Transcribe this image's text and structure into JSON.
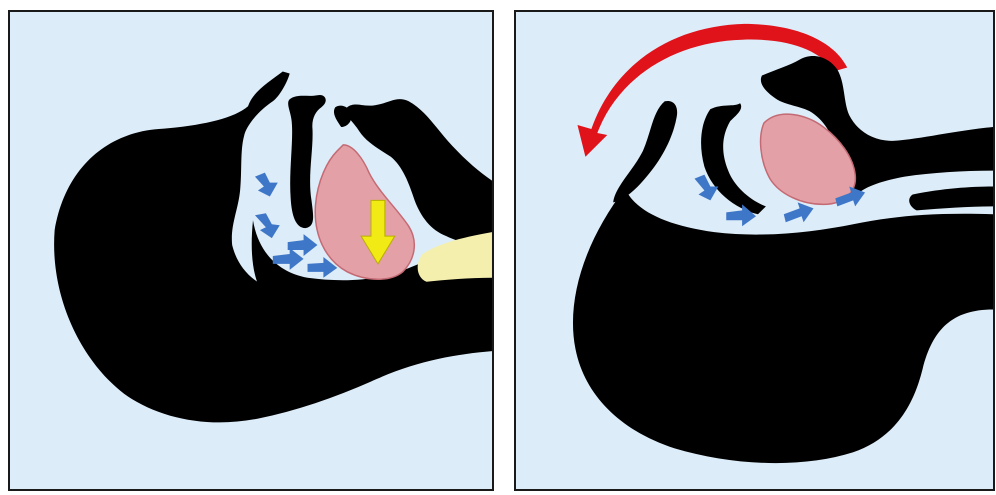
{
  "colors": {
    "background": "#dcecf8",
    "silhouette": "#000000",
    "tongue": "#e3a0a6",
    "tongue_outline": "#c46a74",
    "airflow_arrows": "#3f77c8",
    "down_arrow": "#f2ea14",
    "rotation_arrow": "#e0121a",
    "airway_yellow": "#f4efad"
  },
  "panels": [
    {
      "name": "left-panel",
      "depicts": "airway-obstructed",
      "icons": [
        "head-profile-silhouette",
        "tongue",
        "airflow-arrow",
        "tongue-fall-arrow",
        "airway-region"
      ]
    },
    {
      "name": "right-panel",
      "depicts": "head-tilted-airway-open",
      "icons": [
        "head-profile-silhouette",
        "tongue",
        "airflow-arrow",
        "head-tilt-arrow"
      ]
    }
  ]
}
